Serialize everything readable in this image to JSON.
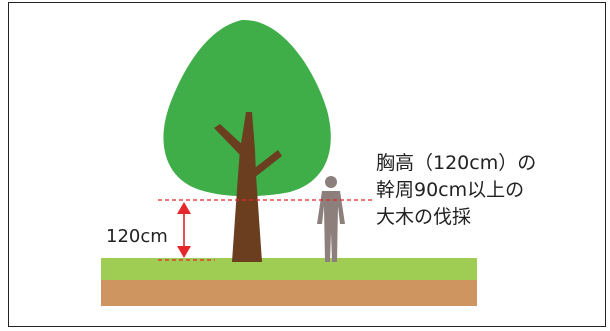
{
  "caption": {
    "line1": "胸高（120cm）の",
    "line2": "幹周90cm以上の",
    "line3": "大木の伐採"
  },
  "height_label": "120cm",
  "colors": {
    "foliage": "#3fae49",
    "trunk": "#6b3e1f",
    "grass": "#9fcc52",
    "soil": "#cf9561",
    "person": "#8d7f7b",
    "measure": "#e5262b",
    "frame": "#222222"
  },
  "icons": [
    "tree-icon",
    "person-silhouette-icon"
  ]
}
